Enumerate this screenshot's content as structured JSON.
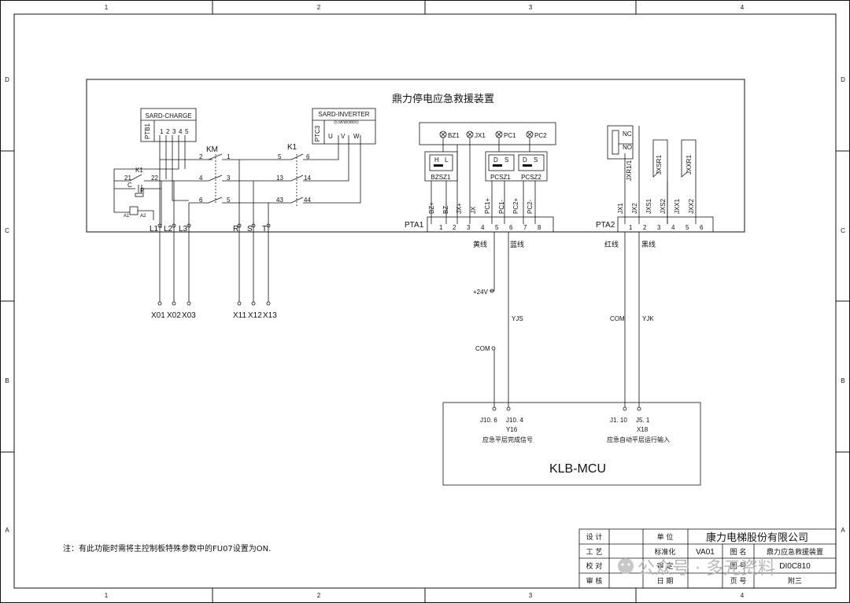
{
  "grid": {
    "cols": [
      "1",
      "2",
      "3",
      "4"
    ],
    "rows": [
      "D",
      "C",
      "B",
      "A"
    ]
  },
  "device": {
    "title": "鼎力停电应急救援装置",
    "charge_label": "SARD-CHARGE",
    "ptb1": "PTB1",
    "charge_pins": [
      "1",
      "2",
      "3",
      "4",
      "5"
    ],
    "inverter_label": "SARD-INVERTER",
    "inverter_sub": "(5.5KW/380V)",
    "ptc3": "PTC3",
    "inverter_pins": [
      "U",
      "V",
      "W"
    ],
    "km": "KM",
    "k1": "K1",
    "km_pins": [
      "2",
      "1",
      "4",
      "3",
      "6",
      "5"
    ],
    "k1_pins": [
      "5",
      "6",
      "13",
      "14",
      "43",
      "44"
    ],
    "relay_pins": [
      "K1",
      "21",
      "22",
      "C",
      "R",
      "A1",
      "A2"
    ],
    "mains_in": [
      "L1",
      "L2",
      "L3"
    ],
    "motor_out": [
      "R",
      "S",
      "T"
    ],
    "term_left": [
      "X01",
      "X02",
      "X03"
    ],
    "term_right": [
      "X11",
      "X12",
      "X13"
    ],
    "lamps": [
      "BZ1",
      "JX1",
      "PC1",
      "PC2"
    ],
    "bzsz1": "BZSZ1",
    "pcsz1": "PCSZ1",
    "pcsz2": "PCSZ2",
    "sw_hl": [
      "H",
      "L"
    ],
    "sw_ds": [
      "D",
      "S"
    ],
    "pta1": "PTA1",
    "pta1_signals": [
      "BZ+",
      "BZ-",
      "JX+",
      "JX",
      "PC1+",
      "PC1-",
      "PC2+",
      "PC2-"
    ],
    "pta1_pins": [
      "1",
      "2",
      "3",
      "4",
      "5",
      "6",
      "7",
      "8"
    ],
    "wire_yellow": "黄线",
    "wire_blue": "蓝线",
    "plus24": "+24V",
    "yjs": "YJS",
    "com": "COM",
    "nc": "NC",
    "no": "NO",
    "pta2": "PTA2",
    "pta2_signals": [
      "JX1",
      "JX2",
      "JXS1",
      "JXS2",
      "JXX1",
      "JXX2"
    ],
    "pta2_pins": [
      "1",
      "2",
      "3",
      "4",
      "5",
      "6"
    ],
    "relay_contacts": [
      "JXR1/1",
      "JXSR1",
      "JXXR1"
    ],
    "wire_red": "红线",
    "wire_black": "黑线",
    "com2": "COM",
    "yjk": "YJK"
  },
  "mcu": {
    "j106": "J10. 6",
    "j104": "J10. 4",
    "y16": "Y16",
    "y16_desc": "应急平层完成信号",
    "j110": "J1. 10",
    "j51": "J5. 1",
    "x18": "X18",
    "x18_desc": "应急自动平层运行输入",
    "name": "KLB-MCU"
  },
  "note": "注：有此功能时需将主控制板特殊参数中的FU07设置为ON.",
  "title_block": {
    "design": "设 计",
    "unit": "单 位",
    "company": "康力电梯股份有限公司",
    "process": "工 艺",
    "standard": "标准化",
    "standard_val": "VA01",
    "drawing_name": "图 名",
    "drawing_val": "鼎力应急救援装置",
    "check": "校 对",
    "review": "审 定",
    "drawing_no": "图 号",
    "drawing_no_val": "DI0C810",
    "approve": "审 核",
    "date": "日 期",
    "page": "页 号",
    "page_val": "附三"
  },
  "watermark": {
    "text": "公众号 · 多元资料"
  }
}
